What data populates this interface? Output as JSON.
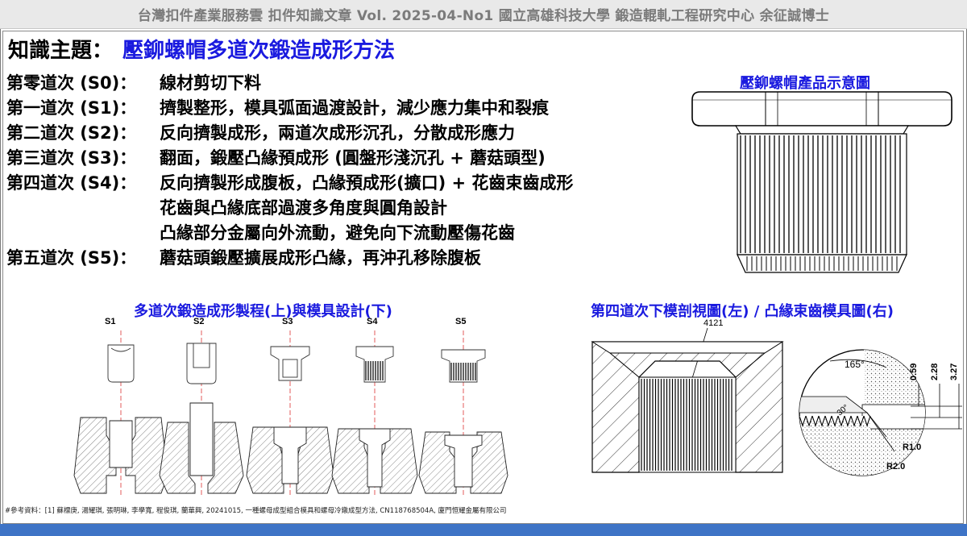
{
  "header": {
    "text": "台灣扣件產業服務雲  扣件知識文章  Vol. 2025-04-No1  國立高雄科技大學  鍛造輥軋工程研究中心  余征誠博士"
  },
  "topic": {
    "label": "知識主題：",
    "title": "壓鉚螺帽多道次鍛造成形方法"
  },
  "steps": [
    {
      "label": "第零道次 (S0)：",
      "desc": "線材剪切下料"
    },
    {
      "label": "第一道次 (S1)：",
      "desc": "擠製整形，模具弧面過渡設計，減少應力集中和裂痕"
    },
    {
      "label": "第二道次 (S2)：",
      "desc": "反向擠製成形，兩道次成形沉孔，分散成形應力"
    },
    {
      "label": "第三道次 (S3)：",
      "desc": "翻面，鍛壓凸緣預成形 (圓盤形淺沉孔 + 蘑菇頭型)"
    },
    {
      "label": "第四道次 (S4)：",
      "desc": "反向擠製形成腹板，凸緣預成形(擴口) + 花齒束齒成形"
    },
    {
      "label": "",
      "desc": "花齒與凸緣底部過渡多角度與圓角設計"
    },
    {
      "label": "",
      "desc": "凸緣部分金屬向外流動，避免向下流動壓傷花齒"
    },
    {
      "label": "第五道次 (S5)：",
      "desc": "蘑菇頭鍛壓擴展成形凸緣，再沖孔移除腹板"
    }
  ],
  "captions": {
    "product": "壓鉚螺帽產品示意圖",
    "process": "多道次鍛造成形製程(上)與模具設計(下)",
    "die": "第四道次下模剖視圖(左) / 凸緣束齒模具圖(右)"
  },
  "stages": [
    "S1",
    "S2",
    "S3",
    "S4",
    "S5"
  ],
  "die_labels": {
    "part_no": "4121",
    "angle": "165°",
    "dim1": "0.59",
    "dim2": "2.28",
    "dim3": "3.27",
    "r1": "R1.0",
    "r2": "R2.0",
    "angle2": "30°"
  },
  "reference": "#參考資料：[1] 蘇標庚, 湯耀琪, 張明琳, 李學寬, 程俊琪, 蘭華興, 20241015, 一種螺母成型組合模具和螺母冷鐓成型方法, CN118768504A, 廈門恒耀金屬有限公司",
  "colors": {
    "accent_blue": "#1a1adf",
    "bottom_bar": "#3e74c6",
    "header_text": "#7b7b7b"
  }
}
